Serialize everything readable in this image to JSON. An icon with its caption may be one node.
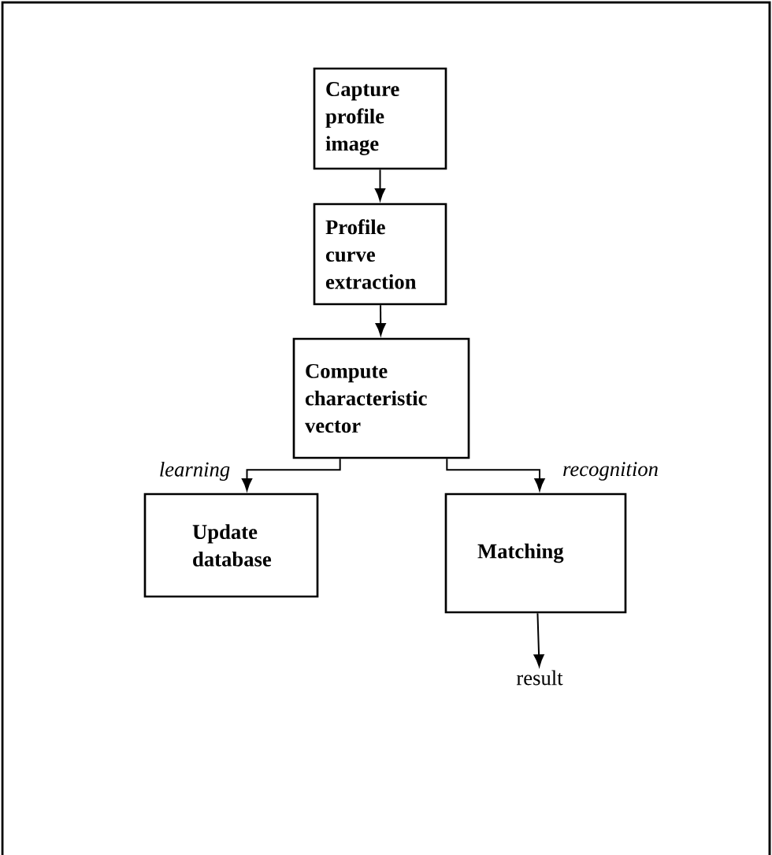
{
  "diagram": {
    "nodes": [
      {
        "text": [
          "Capture profile image"
        ]
      },
      {
        "text": [
          "Profile curve extraction"
        ]
      },
      {
        "text": [
          "Compute characteristic vector"
        ]
      },
      {
        "text": [
          "Update database"
        ]
      },
      {
        "text": [
          "Matching"
        ]
      },
      {
        "text": [
          "result"
        ]
      }
    ],
    "edges": [
      {
        "from": 0,
        "to": 1,
        "arrow": "to"
      },
      {
        "from": 1,
        "to": 2,
        "arrow": "to"
      },
      {
        "from": 2,
        "to": 3,
        "arrow": "to",
        "label": "learning"
      },
      {
        "from": 2,
        "to": 4,
        "arrow": "to",
        "label": "recognition"
      },
      {
        "from": 4,
        "to": 5,
        "arrow": "to"
      }
    ]
  }
}
